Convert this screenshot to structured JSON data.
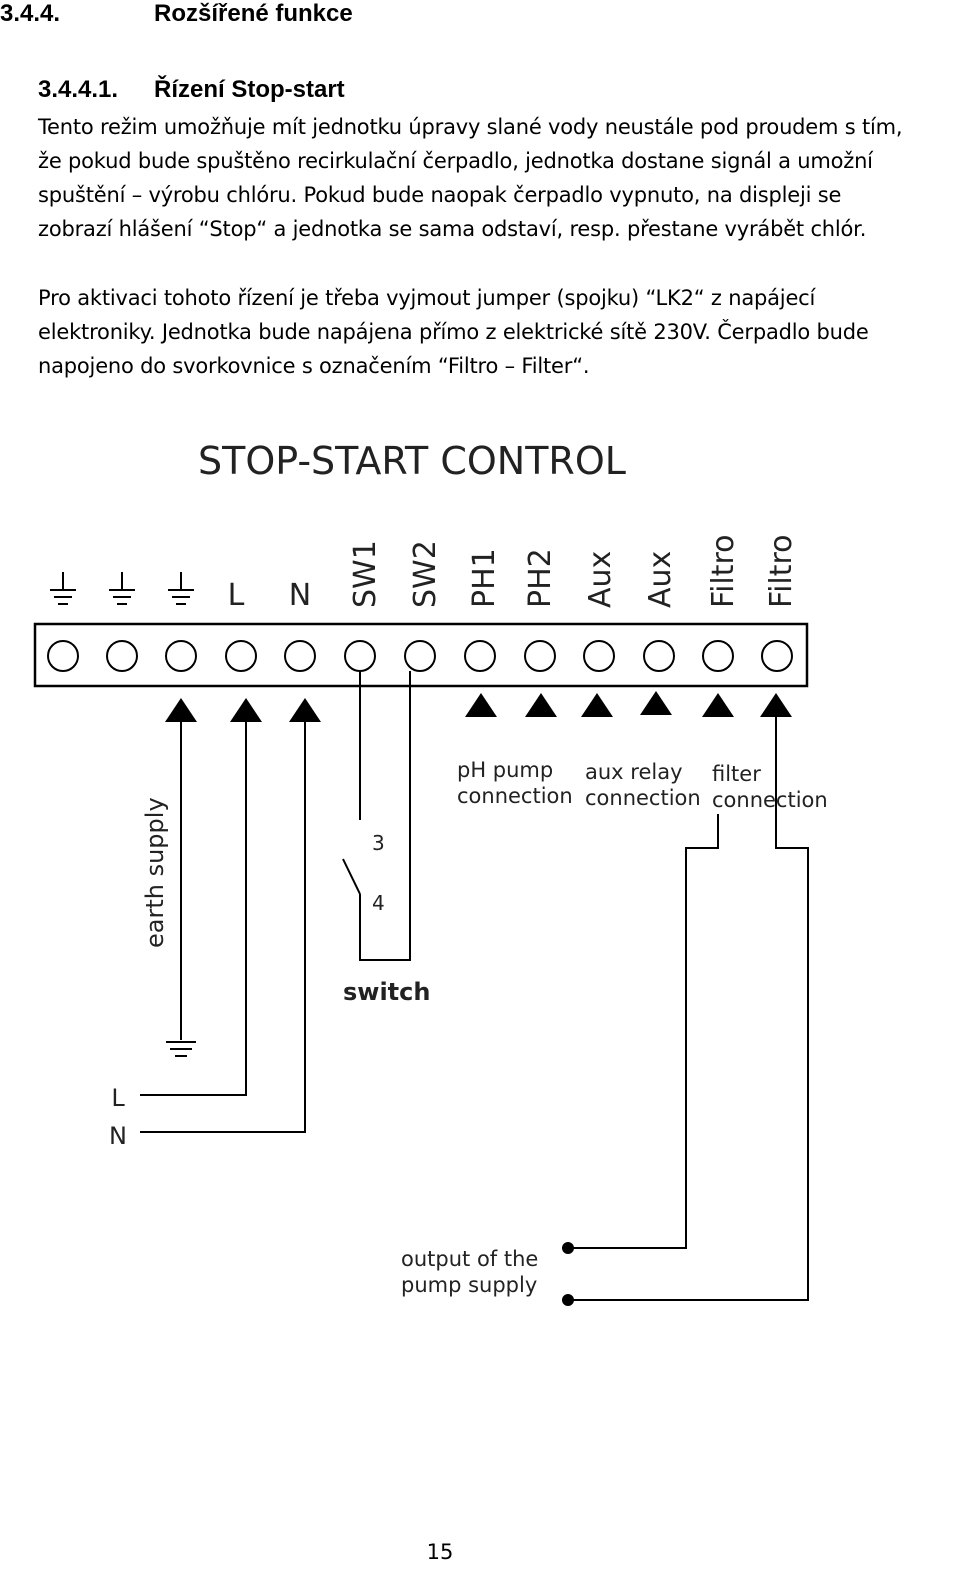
{
  "heading": {
    "number": "3.4.4.",
    "title": "Rozšířené funkce"
  },
  "subheading": {
    "number": "3.4.4.1.",
    "title": "Řízení Stop-start"
  },
  "paragraph1": [
    "Tento režim umožňuje mít jednotku úpravy slané vody neustále pod proudem s tím,",
    "že pokud bude spuštěno recirkulační čerpadlo, jednotka dostane signál a umožní",
    "spuštění – výrobu chlóru. Pokud bude naopak čerpadlo vypnuto, na displeji se",
    "zobrazí hlášení “Stop“ a jednotka se sama odstaví, resp. přestane vyrábět chlór."
  ],
  "paragraph2": [
    "Pro aktivaci tohoto řízení je třeba vyjmout jumper (spojku) “LK2“ z napájecí",
    "elektroniky. Jednotka bude napájena přímo z elektrické sítě 230V. Čerpadlo bude",
    "napojeno do svorkovnice s označením “Filtro – Filter“."
  ],
  "diagram": {
    "title": "STOP-START CONTROL",
    "terminal_labels": [
      "L",
      "N",
      "SW1",
      "SW2",
      "PH1",
      "PH2",
      "Aux",
      "Aux",
      "Filtro",
      "Filtro"
    ],
    "earth_supply": "earth supply",
    "switch_contacts": [
      "3",
      "4"
    ],
    "switch_label": "switch",
    "ph_label": [
      "pH pump",
      "connection"
    ],
    "aux_label": [
      "aux relay",
      "connection"
    ],
    "filter_label": [
      "filter",
      "connection"
    ],
    "line_labels": [
      "L",
      "N"
    ],
    "output_label": [
      "output of the",
      "pump supply"
    ]
  },
  "page_number": "15"
}
